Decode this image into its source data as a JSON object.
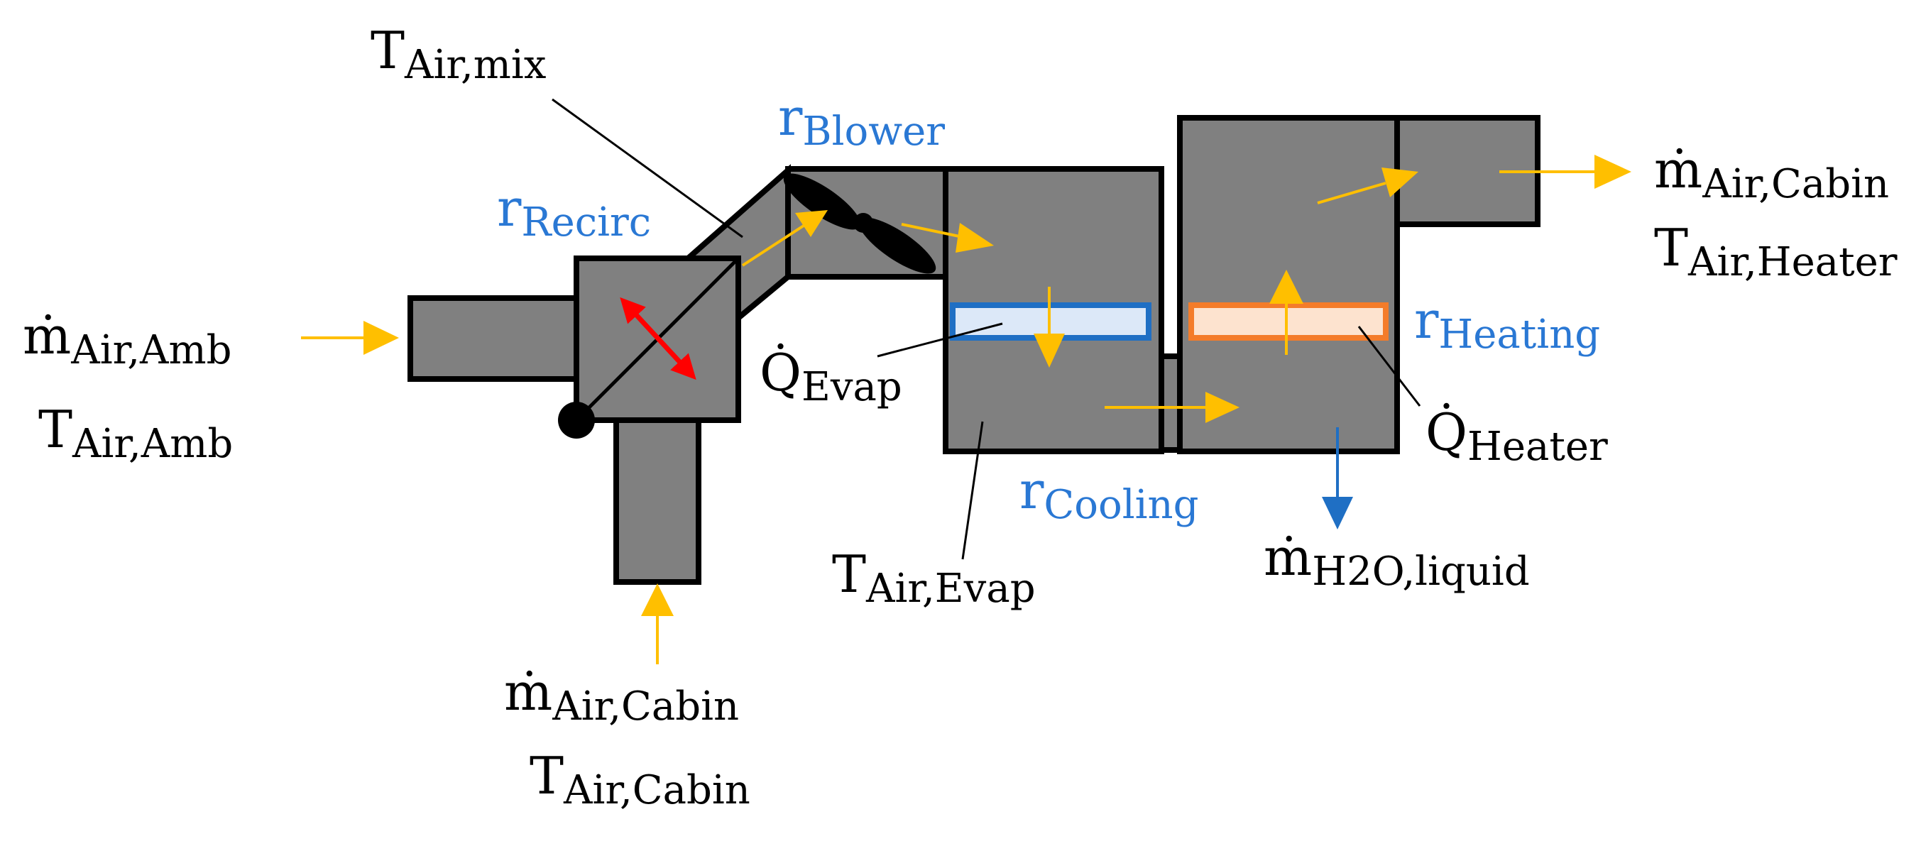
{
  "labels": {
    "t_air_mix": {
      "main": "T",
      "sub": "Air,mix"
    },
    "r_recirc": {
      "main": "r",
      "sub": "Recirc"
    },
    "r_blower": {
      "main": "r",
      "sub": "Blower"
    },
    "m_air_amb": {
      "main": "ṁ",
      "sub": "Air,Amb"
    },
    "t_air_amb": {
      "main": "T",
      "sub": "Air,Amb"
    },
    "q_evap": {
      "main": "Q̇",
      "sub": "Evap"
    },
    "m_air_cabin_in": {
      "main": "ṁ",
      "sub": "Air,Cabin"
    },
    "t_air_cabin": {
      "main": "T",
      "sub": "Air,Cabin"
    },
    "r_cooling": {
      "main": "r",
      "sub": "Cooling"
    },
    "t_air_evap": {
      "main": "T",
      "sub": "Air,Evap"
    },
    "m_h2o_liquid": {
      "main": "ṁ",
      "sub": "H2O,liquid"
    },
    "r_heating": {
      "main": "r",
      "sub": "Heating"
    },
    "q_heater": {
      "main": "Q̇",
      "sub": "Heater"
    },
    "m_air_cabin_out": {
      "main": "ṁ",
      "sub": "Air,Cabin"
    },
    "t_air_heater": {
      "main": "T",
      "sub": "Air,Heater"
    }
  },
  "colors": {
    "duct_fill": "#808080",
    "outline": "#000000",
    "air_flow": "#ffbf00",
    "control_label": "#2a78d4",
    "recirc_flap_arrow": "#ff0000",
    "evaporator_fill": "#dce8f8",
    "evaporator_border": "#1f6fc4",
    "heater_fill": "#fde3cf",
    "heater_border": "#f47c2a",
    "condensate_arrow": "#1f6fc4"
  },
  "icons": {
    "blower": "fan-icon",
    "recirc_pivot": "pivot-dot-icon"
  }
}
